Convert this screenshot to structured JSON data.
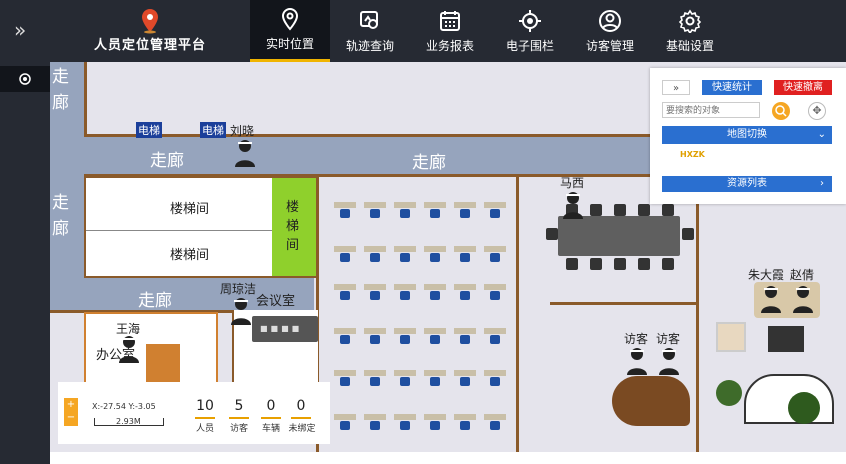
{
  "app": {
    "title": "人员定位管理平台",
    "collapse_icon": "double-chevron-right-icon"
  },
  "nav": [
    {
      "label": "实时位置",
      "icon": "location-pin-icon",
      "active": true
    },
    {
      "label": "轨迹查询",
      "icon": "track-search-icon"
    },
    {
      "label": "业务报表",
      "icon": "calendar-report-icon"
    },
    {
      "label": "电子围栏",
      "icon": "fence-target-icon"
    },
    {
      "label": "访客管理",
      "icon": "visitor-user-icon"
    },
    {
      "label": "基础设置",
      "icon": "gear-icon"
    }
  ],
  "map": {
    "corridors": {
      "left_top": "走\n廊",
      "left_mid": "走\n廊",
      "top_1": "走廊",
      "top_2": "走廊",
      "mid": "走廊"
    },
    "rooms": {
      "stair1": "楼梯间",
      "stair2": "楼梯间",
      "stair_green": "楼\n梯\n间",
      "meeting": "会议室",
      "office": "办公室"
    },
    "elevators": [
      "电梯",
      "电梯"
    ],
    "people": [
      "刘晓",
      "马西",
      "周琼洁",
      "王海",
      "朱大霞",
      "赵倩",
      "访客",
      "访客"
    ]
  },
  "panel": {
    "expand_label": "»",
    "quick_stats": "快速统计",
    "quick_evac": "快速撤离",
    "search_placeholder": "要搜索的对象",
    "map_switch": "地图切换",
    "map_code": "HXZK",
    "resource_list": "资源列表"
  },
  "stats": {
    "coords": "X:-27.54 Y:-3.05",
    "scale": "2.93M",
    "items": [
      {
        "value": "10",
        "label": "人员"
      },
      {
        "value": "5",
        "label": "访客"
      },
      {
        "value": "0",
        "label": "车辆"
      },
      {
        "value": "0",
        "label": "未绑定"
      }
    ]
  }
}
